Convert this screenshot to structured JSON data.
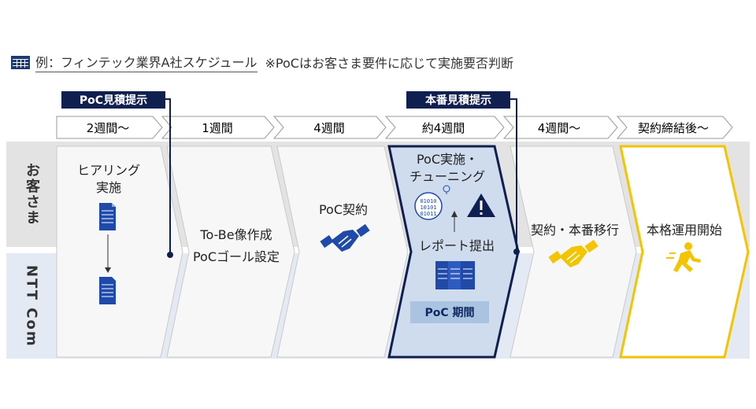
{
  "header": {
    "title": "例：フィンテック業界A社スケジュール",
    "note": "※PoCはお客さま要件に応じて実施要否判断"
  },
  "lanes": {
    "customer": "お客さま",
    "ntt": "NTT Com"
  },
  "badges": {
    "poc_estimate": "PoC見積提示",
    "prod_estimate": "本番見積提示"
  },
  "durations": [
    "2週間～",
    "1週間",
    "4週間",
    "約4週間",
    "4週間～",
    "契約締結後～"
  ],
  "steps": {
    "hearing_line1": "ヒアリング",
    "hearing_line2": "実施",
    "tobe_line1": "To-Be像作成",
    "tobe_line2": "PoCゴール設定",
    "poc_contract": "PoC契約",
    "poc_exec_line1": "PoC実施・",
    "poc_exec_line2": "チューニング",
    "report": "レポート提出",
    "poc_period": "PoC 期間",
    "prod_contract": "契約・本番移行",
    "full_operation": "本格運用開始"
  },
  "colors": {
    "navy": "#0f1f4f",
    "poc_fill": "#cfdcee",
    "highlight_yellow": "#f2c500",
    "icon_blue": "#1f4aa8",
    "icon_yellow": "#f2c500"
  }
}
